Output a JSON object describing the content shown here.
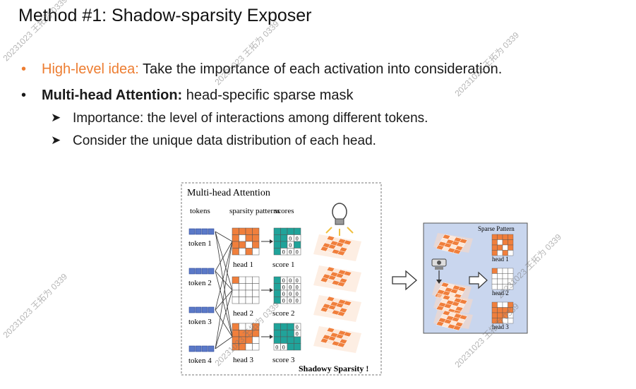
{
  "title": "Method #1: Shadow-sparsity Exposer",
  "bullets": [
    {
      "lead": "High-level idea:",
      "rest": " Take the importance of each activation into consideration."
    },
    {
      "lead": "Multi-head Attention:",
      "rest": " head-specific sparse mask"
    }
  ],
  "sub_bullets": [
    "Importance: the level of interactions among different tokens.",
    "Consider the unique data distribution of each head."
  ],
  "diagram": {
    "box_title": "Multi-head Attention",
    "col_tokens": "tokens",
    "col_patterns": "sparsity patterns",
    "col_scores": "scores",
    "tokens": [
      "token 1",
      "token 2",
      "token 3",
      "token 4"
    ],
    "heads": [
      "head 1",
      "head 2",
      "head 3"
    ],
    "scores": [
      "score 1",
      "score 2",
      "score 3"
    ],
    "shadowy": "Shadowy Sparsity !",
    "sparse_title": "Sparse Pattern",
    "sparse_heads": [
      "head 1",
      "head 2",
      "head 3"
    ],
    "zero": "0"
  },
  "watermark": "20231023 王拓为 0339",
  "colors": {
    "accent": "#ed7d31",
    "cell_orange": "#f07f3c",
    "cell_teal": "#20a39a",
    "token_blue": "#5b79c8",
    "panel_blue": "#c9d6ee"
  }
}
